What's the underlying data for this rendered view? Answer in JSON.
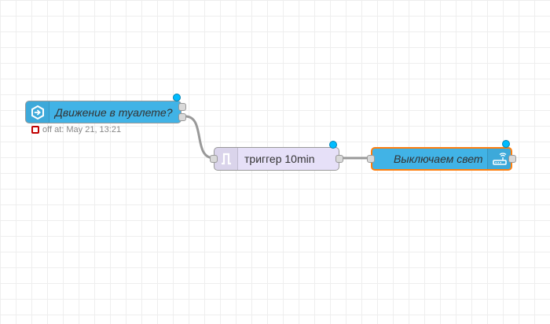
{
  "flow": {
    "nodes": [
      {
        "id": "sensor",
        "label": "Движение в туалете?",
        "icon": "arrow-right-circle-icon",
        "color": "#41b3e6",
        "status": {
          "shape": "ring",
          "color": "#c00000",
          "text": "off at: May 21, 13:21"
        }
      },
      {
        "id": "trigger",
        "label": "триггер 10min",
        "icon": "trigger-pulse-icon",
        "color": "#e6e0f8"
      },
      {
        "id": "light",
        "label": "Выключаем свет",
        "icon": "router-icon",
        "color": "#41b3e6",
        "selected_color": "#ff7f0e"
      }
    ],
    "changed_dot_color": "#00bcff",
    "wire_color": "#999999"
  }
}
